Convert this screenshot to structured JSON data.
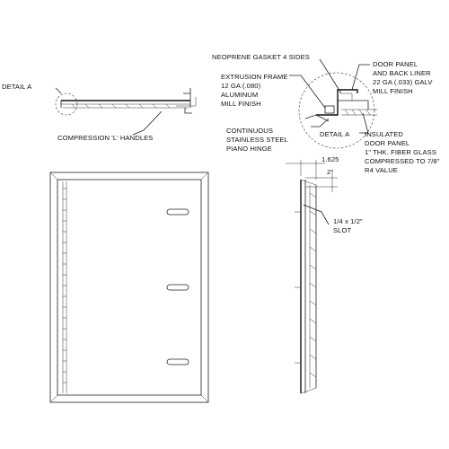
{
  "callouts": {
    "detail_a_left": "DETAIL A",
    "compression_handles": "COMPRESSION 'L' HANDLES",
    "neoprene_gasket": "NEOPRENE GASKET 4 SIDES",
    "extrusion_frame": [
      "EXTRUSION FRAME",
      "12 GA (.080)",
      "ALUMINUM",
      "MILL FINISH"
    ],
    "door_panel_liner": [
      "DOOR PANEL",
      "AND BACK LINER",
      "22 GA (.033) GALV",
      "MILL FINISH"
    ],
    "piano_hinge": [
      "CONTINUOUS",
      "STAINLESS STEEL",
      "PIANO HINGE"
    ],
    "detail_a_right": "DETAIL A",
    "insulated_panel": [
      "INSULATED",
      "DOOR PANEL",
      "1\" THK. FIBER GLASS",
      "COMPRESSED TO 7/8\"",
      "R4 VALUE"
    ]
  },
  "dimensions": {
    "overall_depth": "1.625",
    "handle_offset": "2\"",
    "slot_size": [
      "1/4 x 1/2\"",
      "SLOT"
    ]
  },
  "front_view": {
    "handle_count": 3
  }
}
